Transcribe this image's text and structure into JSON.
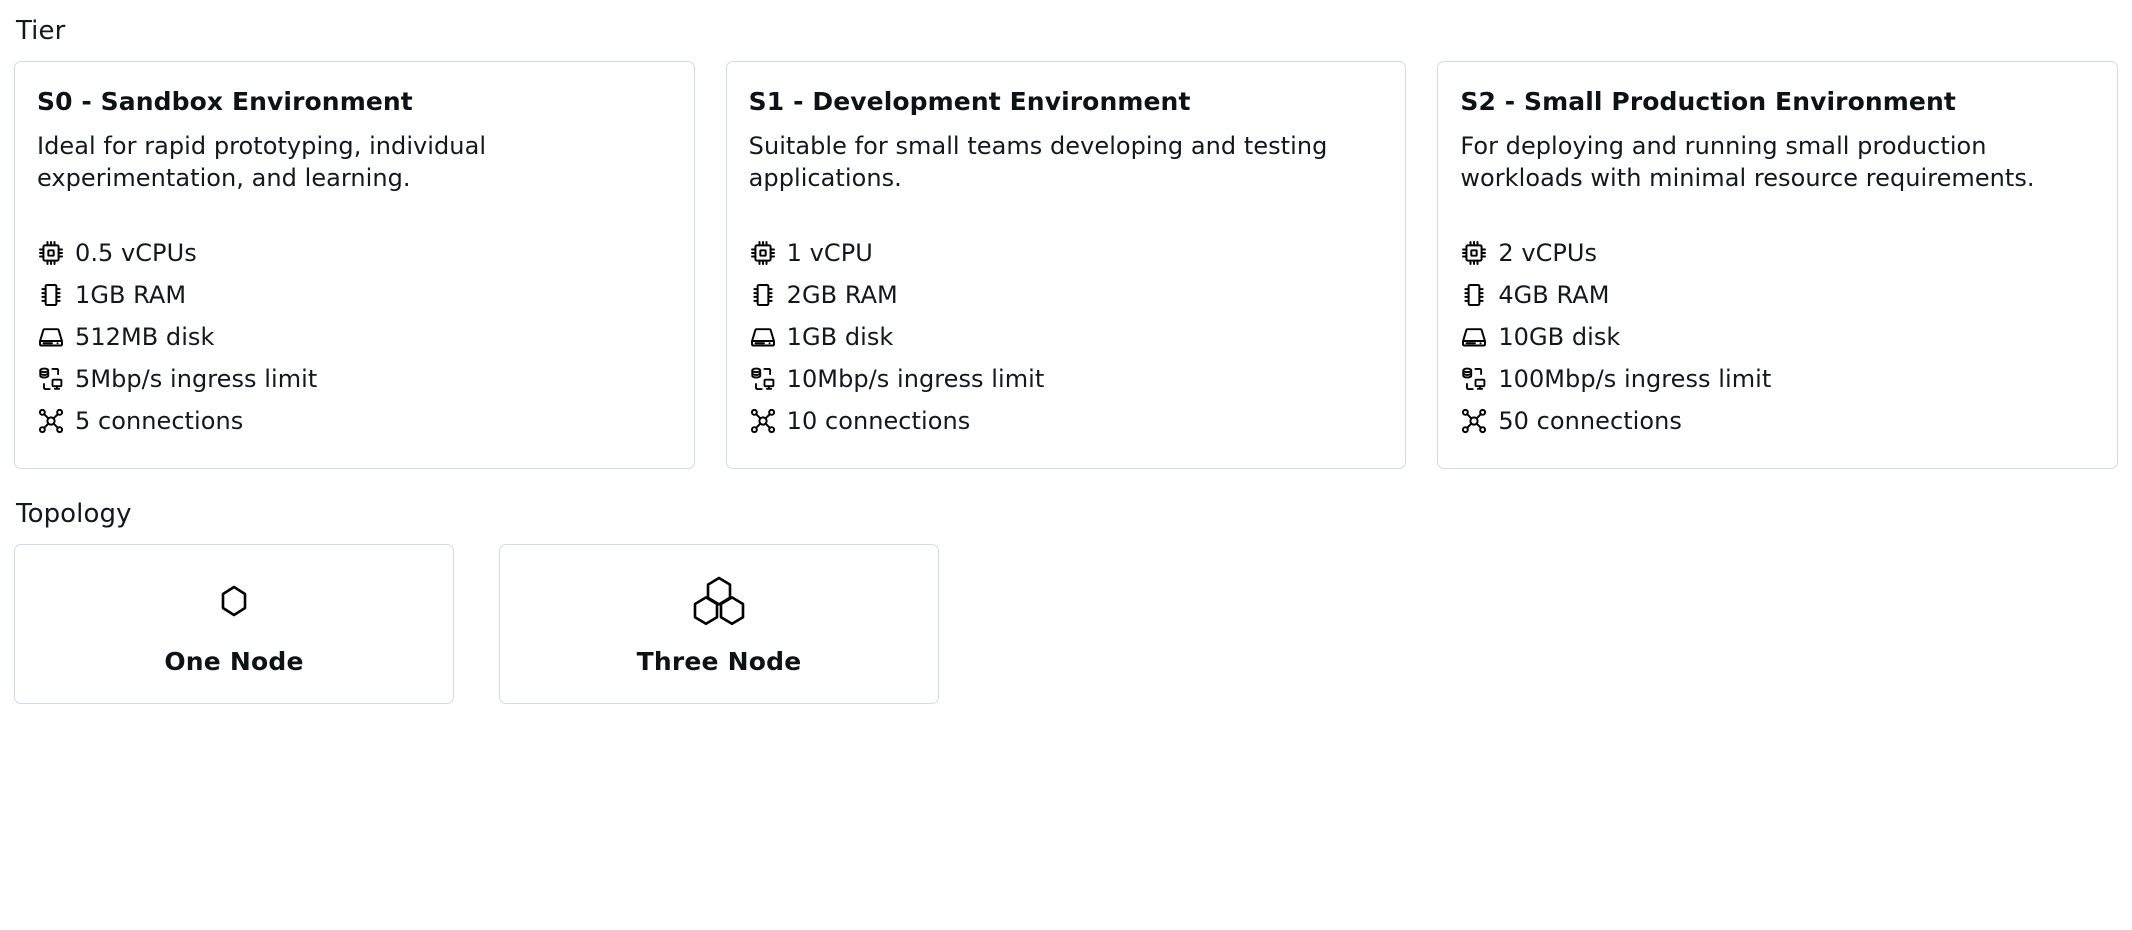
{
  "tier": {
    "section_label": "Tier",
    "cards": [
      {
        "title": "S0 - Sandbox Environment",
        "description": "Ideal for rapid prototyping, individual experimentation, and learning.",
        "specs": [
          {
            "icon": "cpu-icon",
            "text": "0.5 vCPUs"
          },
          {
            "icon": "memory-icon",
            "text": "1GB RAM"
          },
          {
            "icon": "disk-icon",
            "text": "512MB disk"
          },
          {
            "icon": "network-transfer-icon",
            "text": "5Mbp/s ingress limit"
          },
          {
            "icon": "connections-icon",
            "text": "5 connections"
          }
        ]
      },
      {
        "title": "S1 - Development Environment",
        "description": "Suitable for small teams developing and testing applications.",
        "specs": [
          {
            "icon": "cpu-icon",
            "text": "1 vCPU"
          },
          {
            "icon": "memory-icon",
            "text": "2GB RAM"
          },
          {
            "icon": "disk-icon",
            "text": "1GB disk"
          },
          {
            "icon": "network-transfer-icon",
            "text": "10Mbp/s ingress limit"
          },
          {
            "icon": "connections-icon",
            "text": "10 connections"
          }
        ]
      },
      {
        "title": "S2 - Small Production Environment",
        "description": "For deploying and running small production workloads with minimal resource requirements.",
        "specs": [
          {
            "icon": "cpu-icon",
            "text": "2 vCPUs"
          },
          {
            "icon": "memory-icon",
            "text": "4GB RAM"
          },
          {
            "icon": "disk-icon",
            "text": "10GB disk"
          },
          {
            "icon": "network-transfer-icon",
            "text": "100Mbp/s ingress limit"
          },
          {
            "icon": "connections-icon",
            "text": "50 connections"
          }
        ]
      }
    ]
  },
  "topology": {
    "section_label": "Topology",
    "options": [
      {
        "label": "One Node",
        "icon": "single-hexagon-icon"
      },
      {
        "label": "Three Node",
        "icon": "triple-hexagon-icon"
      }
    ]
  },
  "colors": {
    "card_border": "#d3dce1",
    "text": "#14181b",
    "background": "#ffffff"
  }
}
